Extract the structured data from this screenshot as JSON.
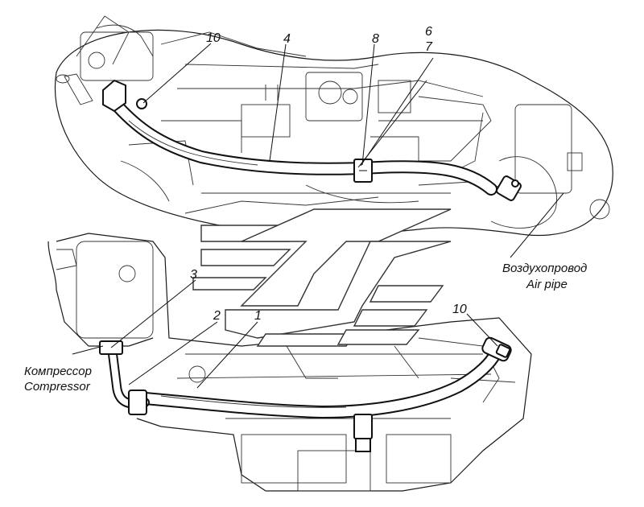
{
  "callouts": {
    "c10_top": "10",
    "c4": "4",
    "c8": "8",
    "c6": "6",
    "c7": "7",
    "c3": "3",
    "c2": "2",
    "c1": "1",
    "c10_bottom": "10"
  },
  "captions": {
    "air_pipe_ru": "Воздухопровод",
    "air_pipe_en": "Air pipe",
    "compressor_ru": "Компрессор",
    "compressor_en": "Compressor"
  }
}
